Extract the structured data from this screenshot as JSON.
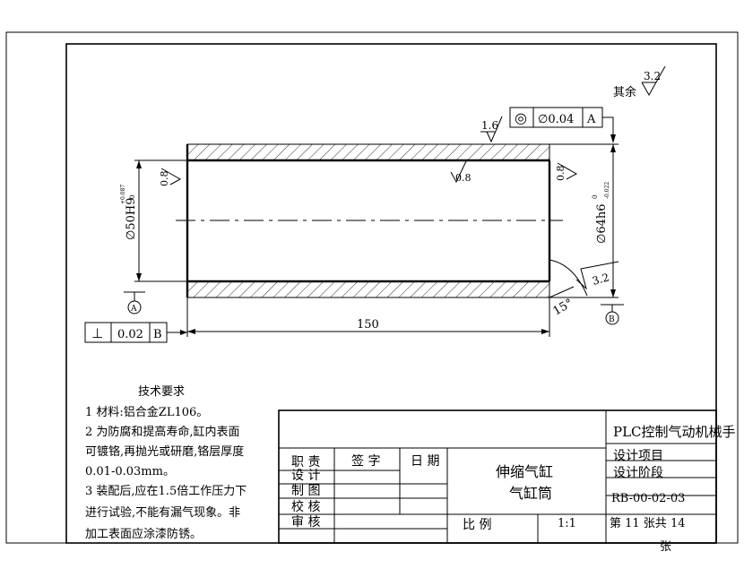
{
  "drawing": {
    "surface_default": {
      "label": "其余",
      "roughness": "3.2"
    },
    "roughness": {
      "top": "1.6",
      "inner": "0.8",
      "left_face": "0.8",
      "right_face": "0.8",
      "chamfer": "3.2"
    },
    "concentricity": {
      "symbol": "◎",
      "tolerance": "∅0.04",
      "datum": "A"
    },
    "perpendicularity": {
      "symbol": "⊥",
      "tolerance": "0.02",
      "datum": "B"
    },
    "dimensions": {
      "length": "150",
      "inner_dia": "∅50H9",
      "inner_tol_upper": "+0.087",
      "inner_tol_lower": "0",
      "outer_dia": "∅64h6",
      "outer_tol_upper": "0",
      "outer_tol_lower": "-0.022",
      "chamfer_angle": "15°"
    },
    "datums": {
      "a": "A",
      "b": "B"
    }
  },
  "tech_requirements": {
    "title": "技术要求",
    "lines": [
      "1 材料:铝合金ZL106。",
      "2 为防腐和提高寿命,缸内表面",
      "可镀铬,再抛光或研磨,铬层厚度",
      "0.01-0.03mm。",
      "3 装配后,应在1.5倍工作压力下",
      "进行试验,不能有漏气现象。非",
      "加工表面应涂漆防锈。"
    ]
  },
  "title_block": {
    "project": "PLC控制气动机械手",
    "roles": [
      "职 责",
      "设 计",
      "制 图",
      "校 核",
      "审 核"
    ],
    "headers": {
      "sign": "签 字",
      "date": "日 期"
    },
    "part_name_1": "伸缩气缸",
    "part_name_2": "气缸筒",
    "design_project": "设计项目",
    "design_stage": "设计阶段",
    "drawing_no": "RB-00-02-03",
    "scale_label": "比  例",
    "scale_value": "1:1",
    "sheet_text": "第 11 张共  14",
    "sheet_suffix": "张"
  }
}
